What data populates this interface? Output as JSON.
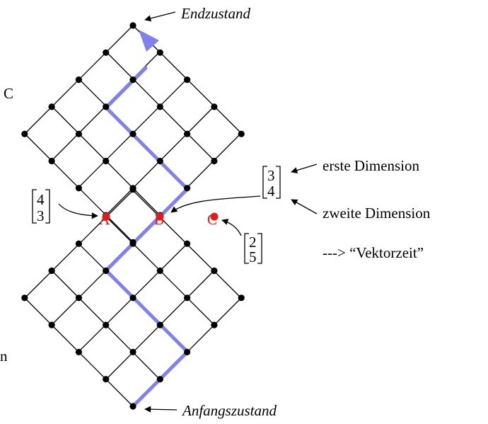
{
  "labels": {
    "end_state": "Endzustand",
    "start_state": "Anfangszustand",
    "first_dimension": "erste Dimension",
    "second_dimension": "zweite Dimension",
    "vector_time": "---> “Vektorzeit”",
    "left_edge_c": "C",
    "left_edge_n": "n"
  },
  "events": [
    {
      "name": "A",
      "vector": [
        "4",
        "3"
      ]
    },
    {
      "name": "B",
      "vector": [
        "3",
        "4"
      ]
    },
    {
      "name": "C",
      "vector": [
        "2",
        "5"
      ]
    }
  ],
  "colors": {
    "grid": "#000000",
    "path": "#8080ee",
    "event_points": "#e21b1b"
  }
}
